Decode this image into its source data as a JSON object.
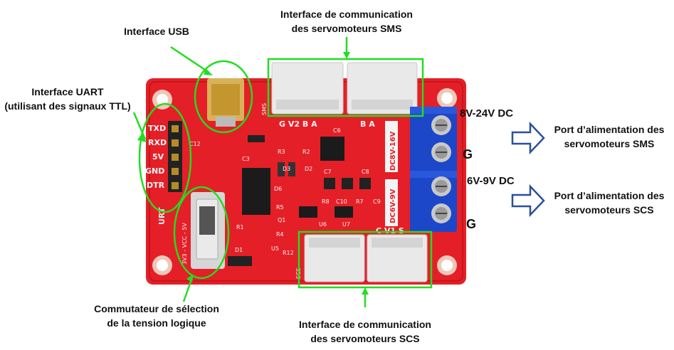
{
  "labels": {
    "usb": "Interface USB",
    "uart_line1": "Interface UART",
    "uart_line2": "(utilisant des signaux TTL)",
    "sms_if_line1": "Interface de communication",
    "sms_if_line2": "des servomoteurs SMS",
    "scs_if_line1": "Interface de communication",
    "scs_if_line2": "des servomoteurs SCS",
    "switch_line1": "Commutateur de sélection",
    "switch_line2": "de la tension logique",
    "v_high": "8V-24V DC",
    "g_top": "G",
    "v_low": "6V-9V DC",
    "g_bottom": "G",
    "port_sms_line1": "Port d’alimentation des",
    "port_sms_line2": "servomoteurs SMS",
    "port_scs_line1": "Port d’alimentation des",
    "port_scs_line2": "servomoteurs SCS"
  },
  "silkscreen": {
    "pins": [
      "TXD",
      "RXD",
      "5V",
      "GND",
      "DTR"
    ],
    "sms_header": "SMS",
    "sms_pins": "G V2 B A",
    "sms_pins_right": "B A",
    "scs_header": "SCS",
    "scs_pins": "C V1 S",
    "dc_high": "DC8V-16V",
    "dc_low": "DC6V-9V",
    "uart": "URT",
    "vcc_switch": "3V3 - VCC - 5V",
    "parts": [
      "C12",
      "C3",
      "R3",
      "R2",
      "C6",
      "D3",
      "D2",
      "D6",
      "C7",
      "C8",
      "R5",
      "Q1",
      "R8",
      "C10",
      "R7",
      "C9",
      "R1",
      "R4",
      "U6",
      "U7",
      "D1",
      "U5",
      "R12"
    ]
  },
  "colors": {
    "board": "#e8212b",
    "highlight": "#22dd22",
    "arrow": "#2b4f9a",
    "terminal": "#1d47c9"
  }
}
